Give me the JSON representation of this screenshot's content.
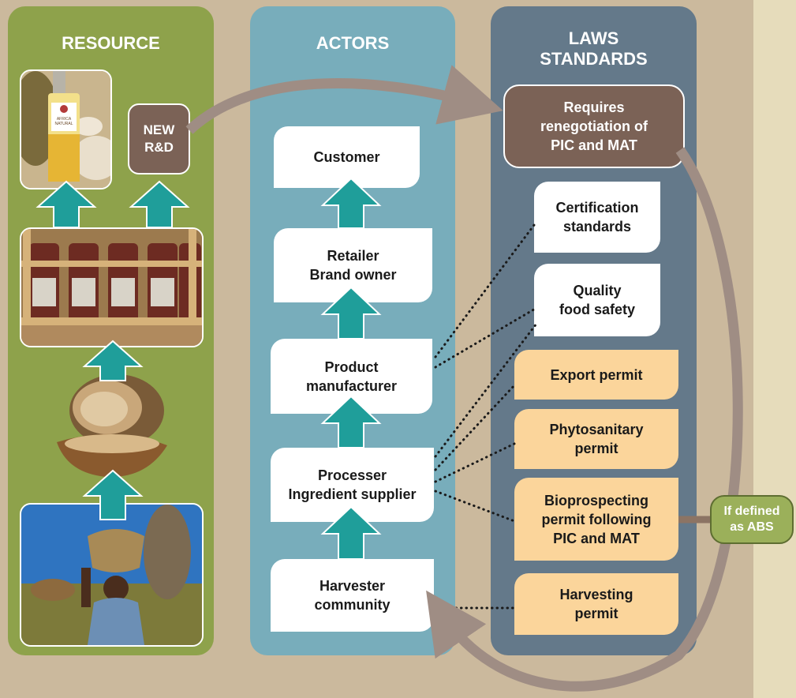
{
  "columns": {
    "resource": "RESOURCE",
    "actors": "ACTORS",
    "laws": "LAWS\nSTANDARDS"
  },
  "resource": {
    "new_rd": "NEW\nR&D",
    "product_label": "AFRICA\nNATURAL"
  },
  "actors": {
    "customer": "Customer",
    "retailer": "Retailer\nBrand owner",
    "manufacturer": "Product\nmanufacturer",
    "processer": "Processer\nIngredient supplier",
    "harvester": "Harvester\ncommunity"
  },
  "laws": {
    "renegotiation": "Requires\nrenegotiation of\nPIC and MAT",
    "certification": "Certification\nstandards",
    "quality": "Quality\nfood safety",
    "export": "Export permit",
    "phytosanitary": "Phytosanitary\npermit",
    "bioprospecting": "Bioprospecting\npermit following\nPIC and MAT",
    "harvesting": "Harvesting\npermit"
  },
  "abs_note": "If defined\nas ABS",
  "colors": {
    "background": "#cbb99d",
    "resource_column": "#8ea24b",
    "actors_column": "#78adbb",
    "laws_column": "#64798a",
    "arrow_teal": "#1f9e9a",
    "permit_orange": "#fbd59b",
    "renegotiation_brown": "#7b6256",
    "flow_arrow": "#9f8d84"
  }
}
